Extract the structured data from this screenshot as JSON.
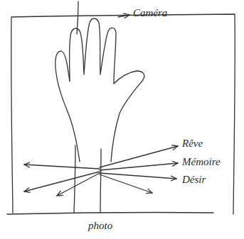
{
  "diagram": {
    "labels": [
      "Caméra",
      "Rêve",
      "Mémoire",
      "Désir",
      "photo"
    ]
  }
}
